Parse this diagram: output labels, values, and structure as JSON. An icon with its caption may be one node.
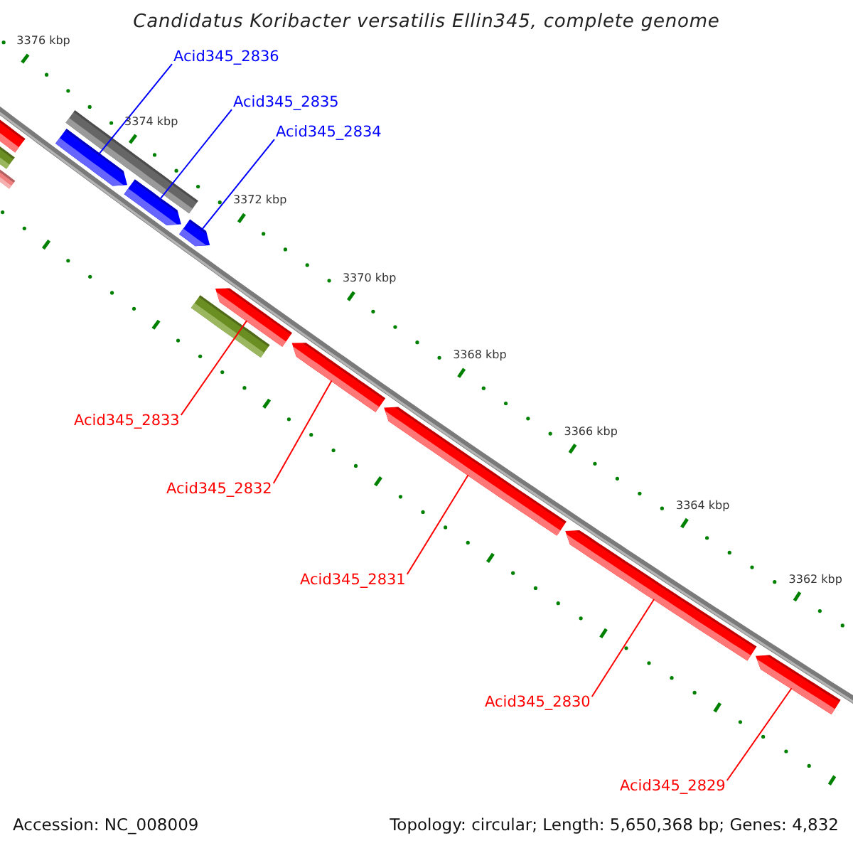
{
  "diagram": {
    "title": "Candidatus Koribacter versatilis Ellin345, complete genome",
    "nodes": [
      {
        "text": [],
        "shape": "bar"
      },
      {
        "text": [],
        "shape": "arrow"
      },
      {
        "text": [],
        "shape": "arrow"
      },
      {
        "text": [],
        "shape": "arrow"
      },
      {
        "text": [],
        "shape": "bar"
      },
      {
        "text": [],
        "shape": "bar"
      },
      {
        "text": [],
        "shape": "bar"
      },
      {
        "text": [],
        "shape": "arrow"
      },
      {
        "text": [],
        "shape": "bar"
      },
      {
        "text": [],
        "shape": "arrow"
      },
      {
        "text": [],
        "shape": "arrow"
      },
      {
        "text": [],
        "shape": "arrow"
      },
      {
        "text": [],
        "shape": "arrow"
      },
      {
        "text": [
          "Acid345_2836"
        ]
      },
      {
        "text": [
          "Acid345_2835"
        ]
      },
      {
        "text": [
          "Acid345_2834"
        ]
      },
      {
        "text": [
          "Acid345_2833"
        ]
      },
      {
        "text": [
          "Acid345_2832"
        ]
      },
      {
        "text": [
          "Acid345_2831"
        ]
      },
      {
        "text": [
          "Acid345_2830"
        ]
      },
      {
        "text": [
          "Acid345_2829"
        ]
      }
    ],
    "edges": [
      {
        "from": 13,
        "to": 1,
        "arrow": "none",
        "color": "#0000ff"
      },
      {
        "from": 14,
        "to": 2,
        "arrow": "none",
        "color": "#0000ff"
      },
      {
        "from": 15,
        "to": 3,
        "arrow": "none",
        "color": "#0000ff"
      },
      {
        "from": 16,
        "to": 7,
        "arrow": "none"
      },
      {
        "from": 17,
        "to": 9,
        "arrow": "none"
      },
      {
        "from": 18,
        "to": 10,
        "arrow": "none"
      },
      {
        "from": 19,
        "to": 11,
        "arrow": "none"
      },
      {
        "from": 20,
        "to": 12,
        "arrow": "none"
      }
    ],
    "labels": [
      "3376 kbp",
      "3374 kbp",
      "3372 kbp",
      "3370 kbp",
      "3368 kbp",
      "3366 kbp",
      "3364 kbp",
      "3362 kbp",
      "Accession: NC_008009",
      "Topology: circular; Length: 5,650,368 bp; Genes: 4,832"
    ]
  }
}
